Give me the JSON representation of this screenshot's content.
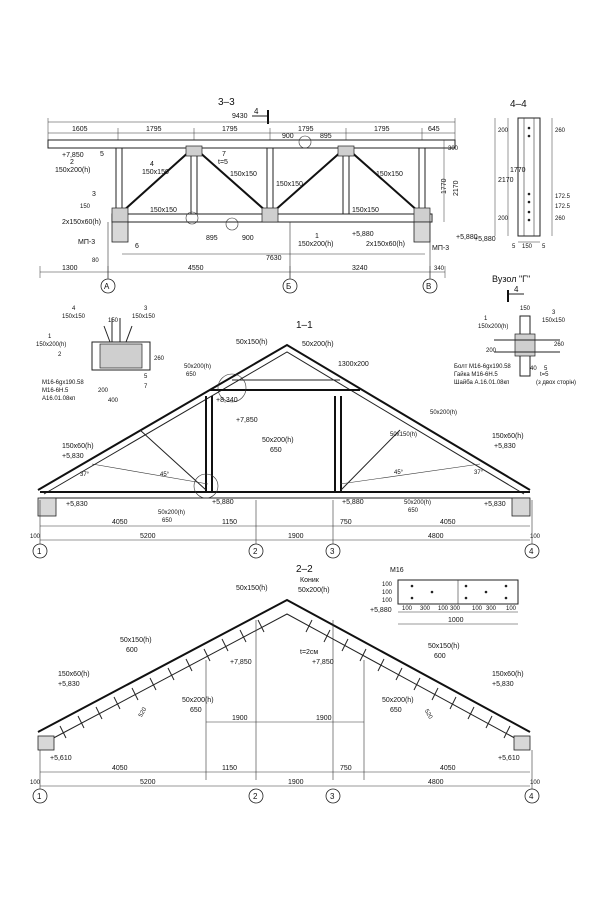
{
  "section_33": {
    "title": "3–3",
    "total": "9430",
    "top_dims": [
      "1605",
      "1795",
      "1795",
      "1795",
      "1795",
      "645"
    ],
    "mid_dims": [
      "900",
      "895"
    ],
    "bottom_dims": [
      "1300",
      "4550",
      "3240",
      "340"
    ],
    "inner_bottom": [
      "895",
      "900",
      "7630"
    ],
    "height_dims": [
      "1770",
      "2170",
      "300",
      "150",
      "80"
    ],
    "elev_top": "+7,850",
    "elev_bot": "+5,880",
    "elev_bot2": "+5,880",
    "labels": [
      "150x200(h)",
      "150x150",
      "150x150",
      "150x150",
      "150x150",
      "150x150",
      "150x150",
      "2x150x60(h)",
      "2x150x60(h)",
      "150x200(h)"
    ],
    "marks": [
      "1",
      "2",
      "3",
      "4",
      "5",
      "6",
      "7",
      "t=5"
    ],
    "mp": "МП-3",
    "axes": [
      "А",
      "Б",
      "В"
    ],
    "section_mark": "4"
  },
  "section_44": {
    "title": "4–4",
    "dims": [
      "200",
      "260",
      "2170",
      "1770",
      "200",
      "172.5",
      "172.5",
      "260",
      "150",
      "5",
      "5"
    ],
    "elev": "+5,880"
  },
  "node_g": {
    "title": "Вузол \"Г\"",
    "section_mark": "4",
    "labels": [
      "150",
      "150x200(h)",
      "150x150",
      "200",
      "3",
      "1",
      "260",
      "40",
      "t=5",
      "5"
    ],
    "bolt": "Болт М16-6gx190.58",
    "nut": "Гайка М16-6Н.5",
    "washer": "Шайба А.16.01.08кп",
    "note": "(з двох сторін)"
  },
  "node_left": {
    "labels": [
      "4",
      "150x150",
      "3",
      "150x150",
      "1",
      "150x200(h)",
      "150",
      "2",
      "260",
      "200",
      "400",
      "5",
      "7"
    ],
    "bolt": "М16-6gx190.58",
    "nut": "М16-6Н.5",
    "washer": "А16.01.08кп"
  },
  "section_11": {
    "title": "1–1",
    "labels": [
      "50x150(h)",
      "50x200(h)",
      "1300x200",
      "50x200(h)",
      "650",
      "50x200(h)",
      "650",
      "50x200(h)",
      "650",
      "50x200(h)",
      "650",
      "150x60(h)",
      "150x60(h)",
      "50x150(h)",
      "50x200(h)"
    ],
    "elevs": [
      "+8,340",
      "+7,850",
      "+5,830",
      "+5,830",
      "+5,830",
      "+5,830",
      "+5,880",
      "+5,880"
    ],
    "angles": [
      "37°",
      "45°",
      "45°",
      "37°"
    ],
    "dims1": [
      "4050",
      "1150",
      "750",
      "4050"
    ],
    "dims2": [
      "5200",
      "1900",
      "4800"
    ],
    "edge": [
      "100",
      "100"
    ],
    "axes": [
      "1",
      "2",
      "3",
      "4"
    ]
  },
  "section_22": {
    "title": "2–2",
    "labels": [
      "50x150(h)",
      "Коник",
      "50x200(h)",
      "50x150(h)",
      "600",
      "50x150(h)",
      "600",
      "150x60(h)",
      "150x60(h)",
      "50x200(h)",
      "650",
      "50x200(h)",
      "650",
      "t=2см"
    ],
    "elevs": [
      "+7,850",
      "+7,850",
      "+5,830",
      "+5,830",
      "+5,610",
      "+5,610"
    ],
    "dims_mid": [
      "1900",
      "1900"
    ],
    "dims1": [
      "4050",
      "1150",
      "750",
      "4050"
    ],
    "dims2": [
      "5200",
      "1900",
      "4800"
    ],
    "edge": [
      "100",
      "100"
    ],
    "angle": [
      "520",
      "520"
    ],
    "axes": [
      "1",
      "2",
      "3",
      "4"
    ]
  },
  "plate_detail": {
    "m": "М16",
    "elev": "+5,880",
    "dims": [
      "300",
      "300",
      "300",
      "100",
      "100",
      "100",
      "100",
      "1000"
    ],
    "left": [
      "100",
      "100",
      "100"
    ]
  }
}
